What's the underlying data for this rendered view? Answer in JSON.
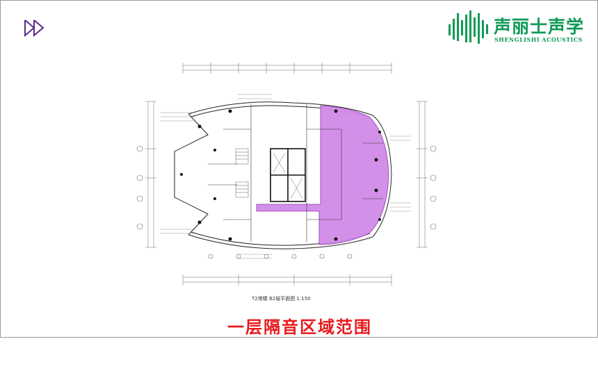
{
  "logo": {
    "name_cn": "声丽士声学",
    "name_en": "SHENGLISHI ACOUSTICS",
    "brand_color": "#0f9a56"
  },
  "nav_icon": "double-play-forward-icon",
  "drawing": {
    "caption": "T2塔楼  B2层平面图  1:150",
    "highlight_color": "#d18be8"
  },
  "title": "一层隔音区域范围",
  "title_color": "#e8191c"
}
